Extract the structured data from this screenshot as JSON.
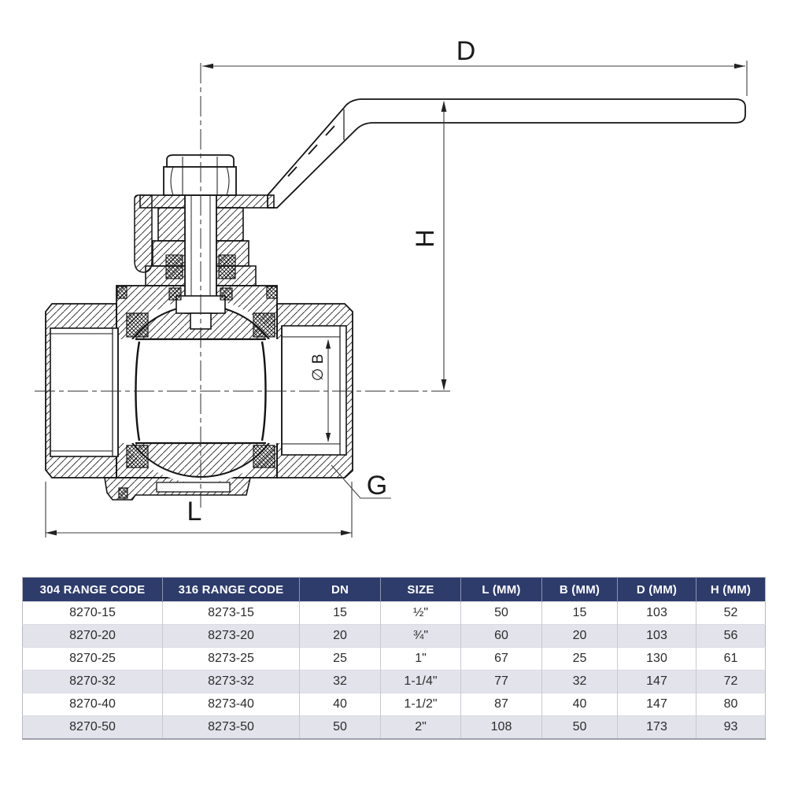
{
  "diagram": {
    "labels": {
      "d": "D",
      "h": "H",
      "b": "∅ B",
      "g": "G",
      "l": "L"
    }
  },
  "colors": {
    "header_bg": "#2e3c6c",
    "row_alt": "#e3e3ec",
    "line": "#141414"
  },
  "table": {
    "headers": [
      "304 RANGE CODE",
      "316 RANGE CODE",
      "DN",
      "SIZE",
      "L (MM)",
      "B (MM)",
      "D (MM)",
      "H (MM)"
    ],
    "rows": [
      [
        "8270-15",
        "8273-15",
        "15",
        "½\"",
        "50",
        "15",
        "103",
        "52"
      ],
      [
        "8270-20",
        "8273-20",
        "20",
        "¾\"",
        "60",
        "20",
        "103",
        "56"
      ],
      [
        "8270-25",
        "8273-25",
        "25",
        "1\"",
        "67",
        "25",
        "130",
        "61"
      ],
      [
        "8270-32",
        "8273-32",
        "32",
        "1-1/4\"",
        "77",
        "32",
        "147",
        "72"
      ],
      [
        "8270-40",
        "8273-40",
        "40",
        "1-1/2\"",
        "87",
        "40",
        "147",
        "80"
      ],
      [
        "8270-50",
        "8273-50",
        "50",
        "2\"",
        "108",
        "50",
        "173",
        "93"
      ]
    ]
  }
}
